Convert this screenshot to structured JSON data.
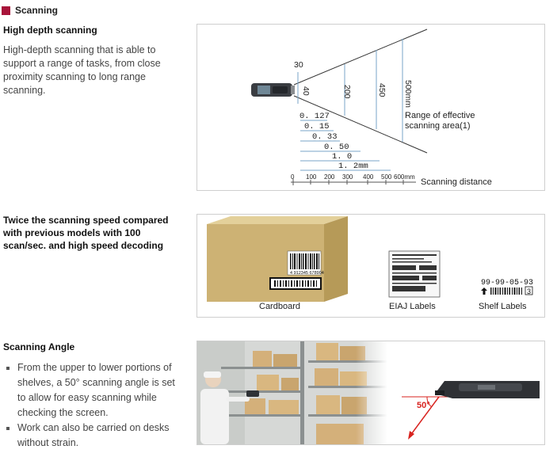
{
  "section": {
    "title": "Scanning"
  },
  "depth": {
    "heading": "High depth scanning",
    "text": "High-depth scanning that is able to support a range of tasks, from close proximity scanning to long range scanning.",
    "diagram": {
      "widths": [
        "30",
        "40",
        "200",
        "450",
        "500mm"
      ],
      "resolutions": [
        "0. 127",
        "0. 15",
        "0. 33",
        "0. 50",
        "1. 0",
        "1. 2mm"
      ],
      "range_label_1": "Range of effective",
      "range_label_2": "scanning area(1)",
      "distances": [
        "0",
        "100",
        "200",
        "300",
        "400",
        "500",
        "600mm"
      ],
      "distance_label": "Scanning distance"
    }
  },
  "speed": {
    "heading": "Twice the scanning speed compared with previous models with 100 scan/sec. and high speed decoding",
    "barcode_number": "4 912345 678904",
    "labels": {
      "cardboard": "Cardboard",
      "eiaj": "EIAJ Labels",
      "shelf": "Shelf Labels"
    },
    "shelf_code": "99-99-05-93",
    "shelf_box_digit": "3"
  },
  "angle": {
    "heading": "Scanning Angle",
    "bullets": [
      "From the upper to lower portions of shelves, a 50° scanning angle is set to allow for easy scanning while checking the screen.",
      "Work can also be carried on desks without strain."
    ],
    "angle_label": "50°"
  },
  "colors": {
    "accent": "#a8143a",
    "angle_red": "#d8231f",
    "line_blue": "#7aa6c9"
  }
}
